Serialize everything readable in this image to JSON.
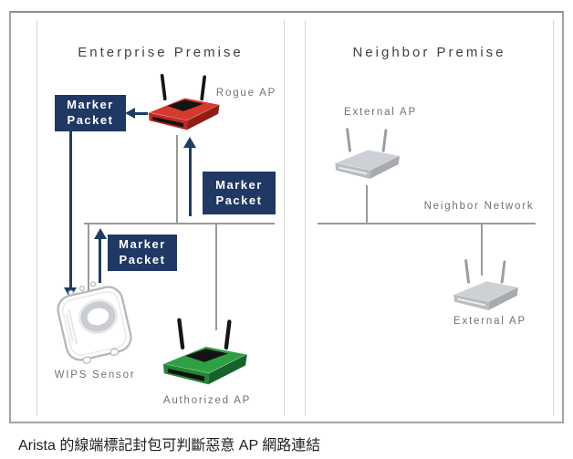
{
  "diagram": {
    "enterprise": {
      "title": "Enterprise Premise",
      "rogue_ap_label": "Rogue AP",
      "wips_sensor_label": "WIPS Sensor",
      "authorized_ap_label": "Authorized AP"
    },
    "neighbor": {
      "title": "Neighbor Premise",
      "external_ap_top_label": "External AP",
      "external_ap_bottom_label": "External AP",
      "network_label": "Neighbor Network"
    },
    "marker_packet": {
      "line1": "Marker",
      "line2": "Packet"
    },
    "caption": "Arista 的線端標記封包可判斷惡意 AP 網路連結",
    "colors": {
      "marker_box": "#1f3864",
      "arrow": "#1e3d64",
      "rogue_ap_red": "#d63a2e",
      "authorized_ap_green": "#2fa144",
      "external_ap_gray": "#cdd0d4",
      "connector_line": "#9a9a9a",
      "region_border": "#d6d6d6",
      "frame_border": "#a3a3a3"
    }
  }
}
